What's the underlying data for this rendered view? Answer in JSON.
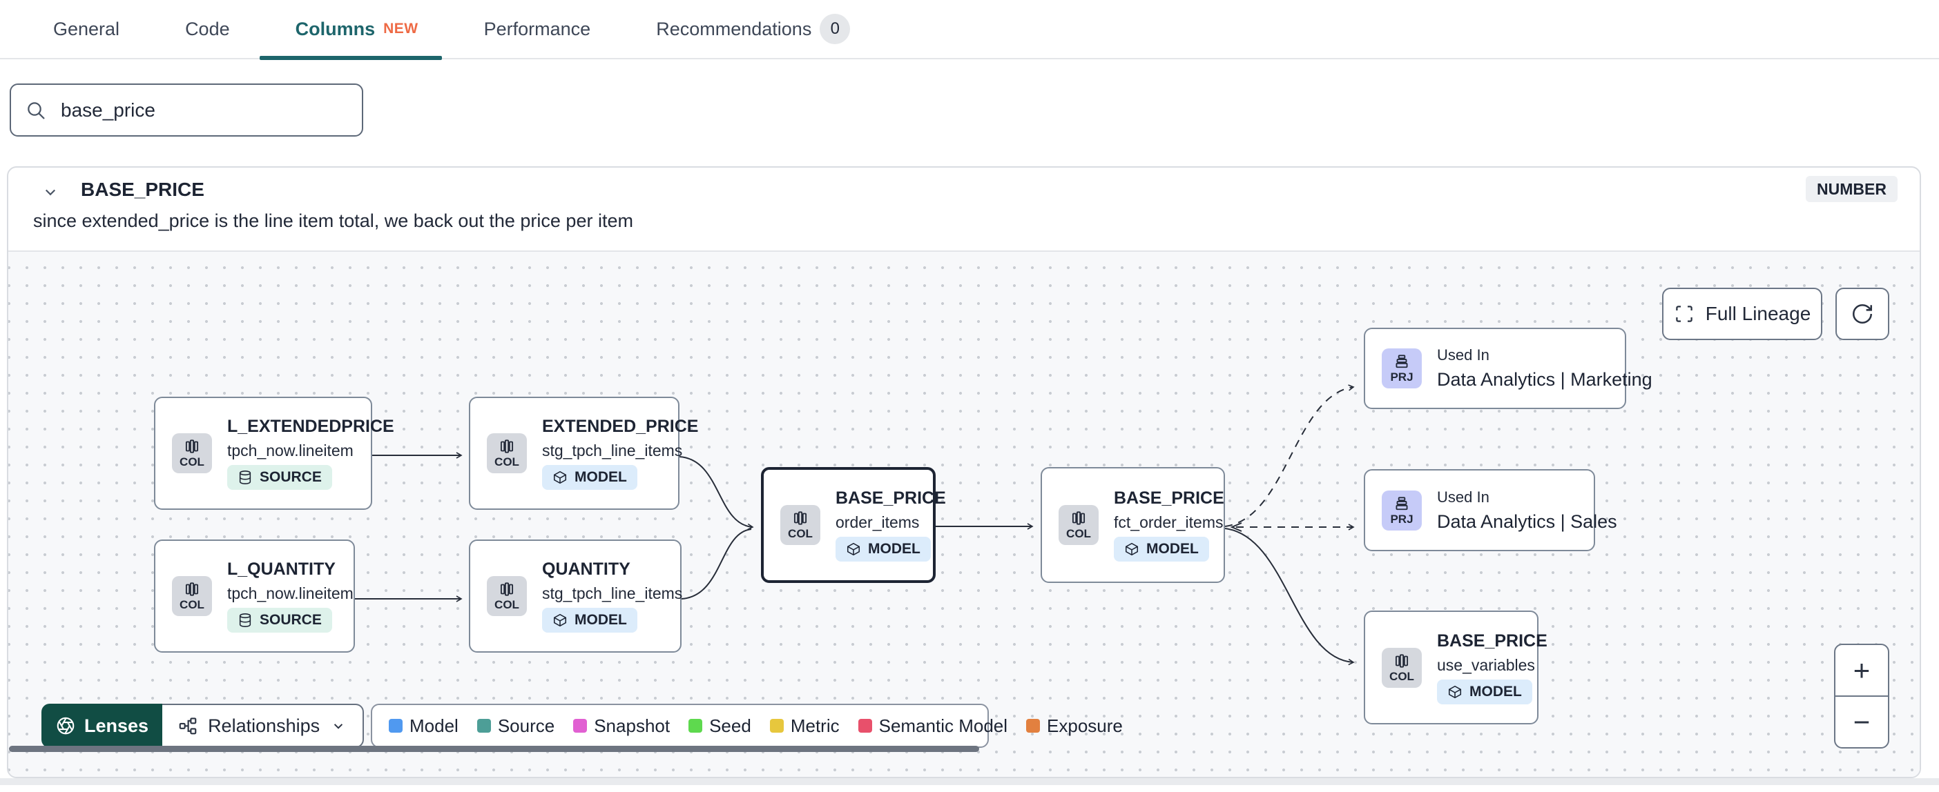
{
  "tabs": {
    "items": [
      {
        "label": "General"
      },
      {
        "label": "Code"
      },
      {
        "label": "Columns",
        "badge": "NEW",
        "active": true
      },
      {
        "label": "Performance"
      },
      {
        "label": "Recommendations",
        "count": "0"
      }
    ]
  },
  "search": {
    "value": "base_price"
  },
  "column": {
    "name": "BASE_PRICE",
    "type": "NUMBER",
    "description": "since extended_price is the line item total, we back out the price per item"
  },
  "lineage": {
    "full_lineage_label": "Full Lineage",
    "zoom_in": "+",
    "zoom_out": "−",
    "lenses_label": "Lenses",
    "relationships_label": "Relationships",
    "badges": {
      "col": "COL",
      "prj": "PRJ"
    },
    "nodes": [
      {
        "title": "L_EXTENDEDPRICE",
        "subtitle": "tpch_now.lineitem",
        "badge": "SOURCE",
        "chip": "COL"
      },
      {
        "title": "EXTENDED_PRICE",
        "subtitle": "stg_tpch_line_items",
        "badge": "MODEL",
        "chip": "COL"
      },
      {
        "title": "L_QUANTITY",
        "subtitle": "tpch_now.lineitem",
        "badge": "SOURCE",
        "chip": "COL"
      },
      {
        "title": "QUANTITY",
        "subtitle": "stg_tpch_line_items",
        "badge": "MODEL",
        "chip": "COL"
      },
      {
        "title": "BASE_PRICE",
        "subtitle": "order_items",
        "badge": "MODEL",
        "chip": "COL",
        "selected": true
      },
      {
        "title": "BASE_PRICE",
        "subtitle": "fct_order_items",
        "badge": "MODEL",
        "chip": "COL"
      },
      {
        "kicker": "Used In",
        "title": "Data Analytics | Marketing",
        "chip": "PRJ"
      },
      {
        "kicker": "Used In",
        "title": "Data Analytics | Sales",
        "chip": "PRJ"
      },
      {
        "title": "BASE_PRICE",
        "subtitle": "use_variables",
        "badge": "MODEL",
        "chip": "COL"
      }
    ],
    "legend": [
      {
        "label": "Model",
        "color": "#5099f0"
      },
      {
        "label": "Source",
        "color": "#4d9e97"
      },
      {
        "label": "Snapshot",
        "color": "#e160d2"
      },
      {
        "label": "Seed",
        "color": "#5ed94e"
      },
      {
        "label": "Metric",
        "color": "#e7c73d"
      },
      {
        "label": "Semantic Model",
        "color": "#e8506b"
      },
      {
        "label": "Exposure",
        "color": "#e2803f"
      }
    ]
  }
}
